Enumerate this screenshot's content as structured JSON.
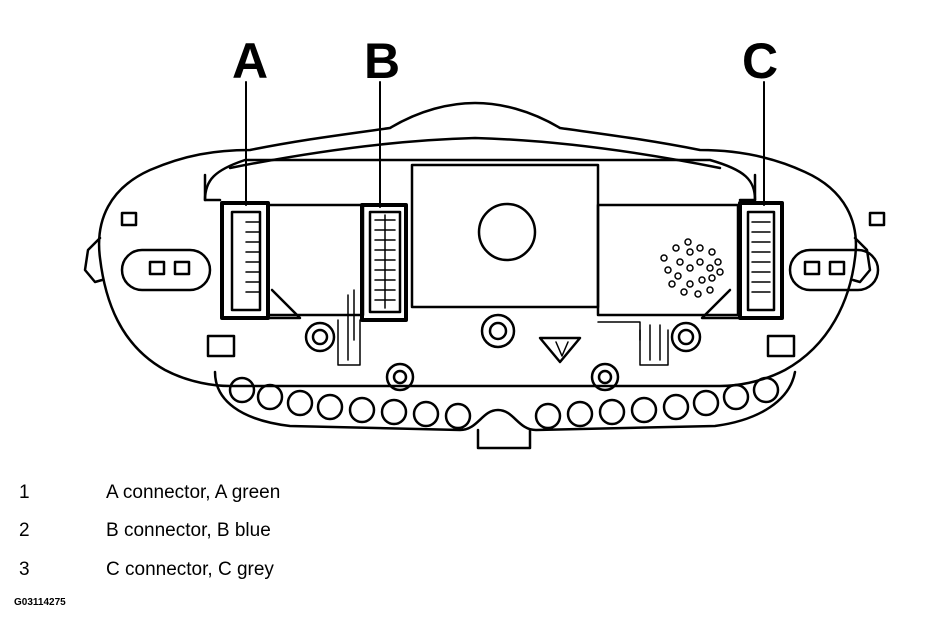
{
  "diagram": {
    "callouts": {
      "a": "A",
      "b": "B",
      "c": "C"
    }
  },
  "legend": [
    {
      "number": "1",
      "text": "A connector, A green"
    },
    {
      "number": "2",
      "text": "B connector, B blue"
    },
    {
      "number": "3",
      "text": "C connector, C grey"
    }
  ],
  "figure_id": "G03114275",
  "colors": {
    "line": "#000000",
    "background": "#ffffff"
  }
}
